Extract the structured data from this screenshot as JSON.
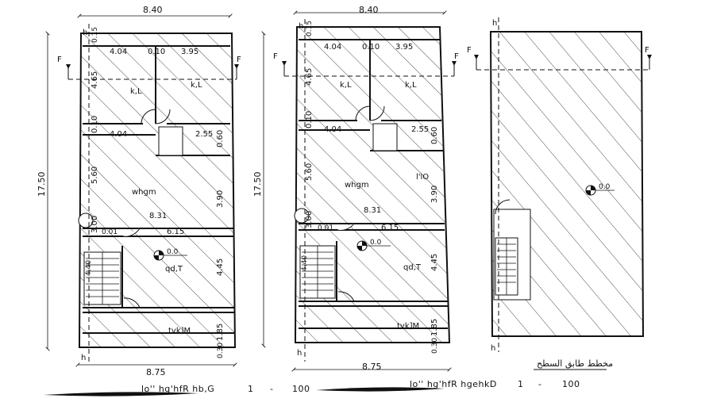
{
  "plan1": {
    "top_width": "8.40",
    "bottom_width": "8.75",
    "left_height": "17.50",
    "room_a_width": "4.04",
    "room_b_width": "3.95",
    "gap_top": "0.10",
    "k_left": "k,L",
    "k_right": "k,L",
    "h_465": "4.65",
    "h_010": "0.10",
    "corridor_width": "4.04",
    "small_width": "2.55",
    "h_060": "0.60",
    "h_560": "5.60",
    "hall_label": "whgm",
    "h_390": "3.90",
    "hall_width": "8.31",
    "h_300": "3.00",
    "w_615": "6.15",
    "w_001": "0.01",
    "level": "0.0",
    "room_c": "qd,T",
    "h_445": "4.45",
    "stair_h": "4.40",
    "room_d": "tvk]M",
    "h_185": "1.85",
    "h_030": "0.30",
    "h_015": "0.15",
    "section_h": "h",
    "section_f": "F",
    "title": "lo'' hg'hfR hb,G",
    "scale_1": "1",
    "scale_dash": "-",
    "scale_100": "100"
  },
  "plan2": {
    "top_width": "8.40",
    "bottom_width": "8.75",
    "left_height": "17.50",
    "room_a_width": "4.04",
    "room_b_width": "3.95",
    "gap_top": "0.10",
    "k_left": "k,L",
    "k_right": "k,L",
    "h_465": "4.65",
    "h_010": "0.10",
    "corridor_width": "4.04",
    "small_width": "2.55",
    "h_060": "0.60",
    "h_560": "5.60",
    "hall_label": "whgm",
    "room_io": "l'lO",
    "h_390": "3.90",
    "hall_width": "8.31",
    "h_300": "3.00",
    "w_615": "6.15",
    "w_001": "0.01",
    "level": "0.0",
    "room_c": "qd,T",
    "h_445": "4.45",
    "stair_h": "4.40",
    "room_d": "tvk]M",
    "h_185": "1.85",
    "h_030": "0.30",
    "h_015": "0.15",
    "section_h": "h",
    "section_f": "F",
    "title": "lo'' hg'hfR hgehkD",
    "scale_1": "1",
    "scale_dash": "-",
    "scale_100": "100"
  },
  "plan3": {
    "level": "0.0",
    "section_h": "h",
    "section_f": "F",
    "title": "مخطط طابق السطح"
  }
}
